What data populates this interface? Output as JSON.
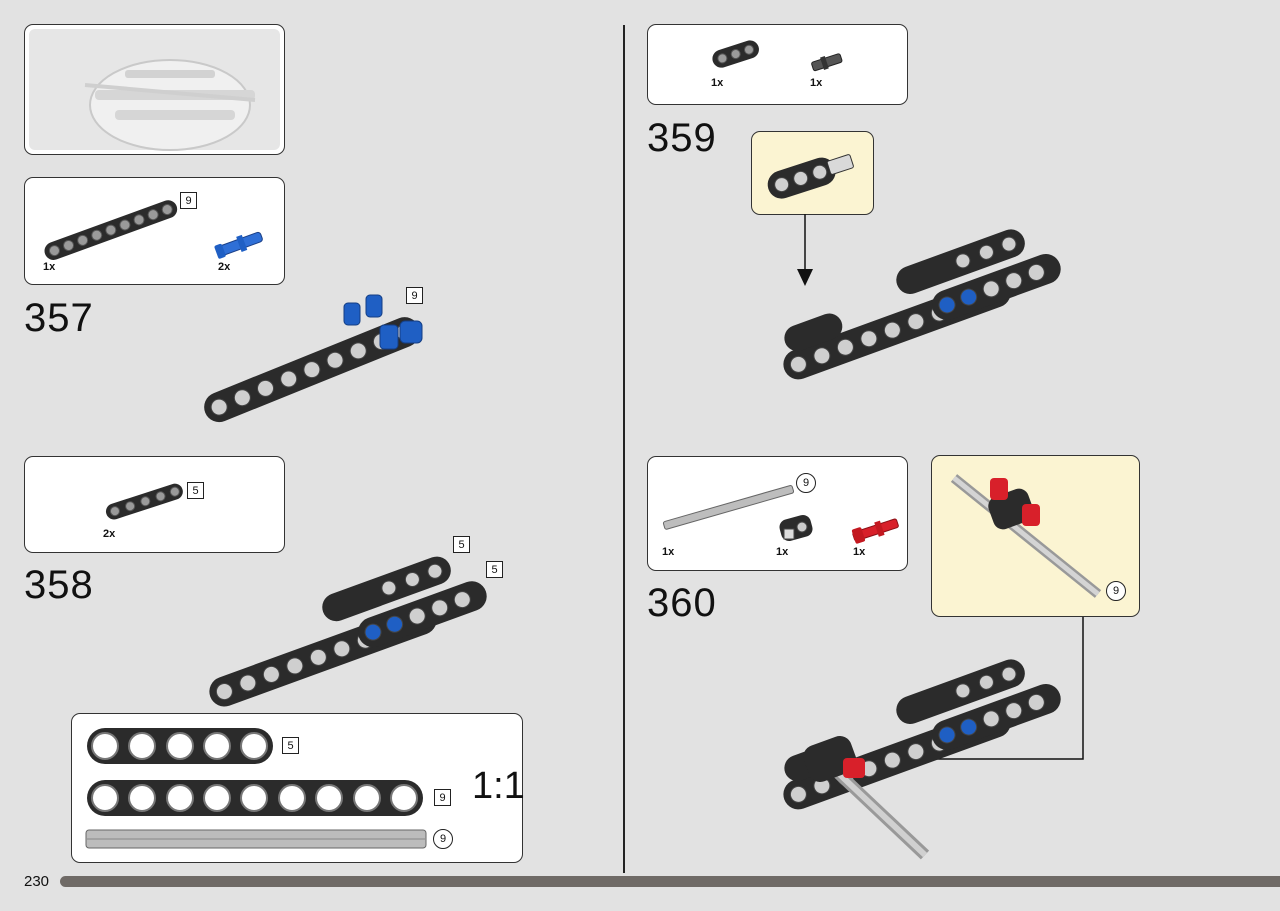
{
  "page": {
    "number": "230"
  },
  "preview": {},
  "steps": [
    {
      "number": "357",
      "parts": [
        {
          "qty": "1x",
          "name": "liftarm-9-icon",
          "length": "9"
        },
        {
          "qty": "2x",
          "name": "blue-pin-icon"
        }
      ],
      "callouts": [
        "9"
      ]
    },
    {
      "number": "358",
      "parts": [
        {
          "qty": "2x",
          "name": "liftarm-5-icon",
          "length": "5"
        }
      ],
      "callouts": [
        "5",
        "5"
      ]
    },
    {
      "number": "359",
      "parts": [
        {
          "qty": "1x",
          "name": "liftarm-3-icon"
        },
        {
          "qty": "1x",
          "name": "axle-pin-icon"
        }
      ]
    },
    {
      "number": "360",
      "parts": [
        {
          "qty": "1x",
          "name": "axle-9-icon",
          "length": "9"
        },
        {
          "qty": "1x",
          "name": "connector-icon"
        },
        {
          "qty": "1x",
          "name": "red-pin-icon"
        }
      ],
      "callouts": [
        "9"
      ]
    }
  ],
  "scale_guide": {
    "label": "1:1",
    "items": [
      {
        "length": "5"
      },
      {
        "length": "9"
      },
      {
        "length": "9"
      }
    ]
  },
  "colors": {
    "background": "#e2e2e2",
    "brick": "#2b2b2b",
    "blue": "#1f5fc4",
    "red": "#d8202a",
    "callout": "#fbf4d2"
  }
}
